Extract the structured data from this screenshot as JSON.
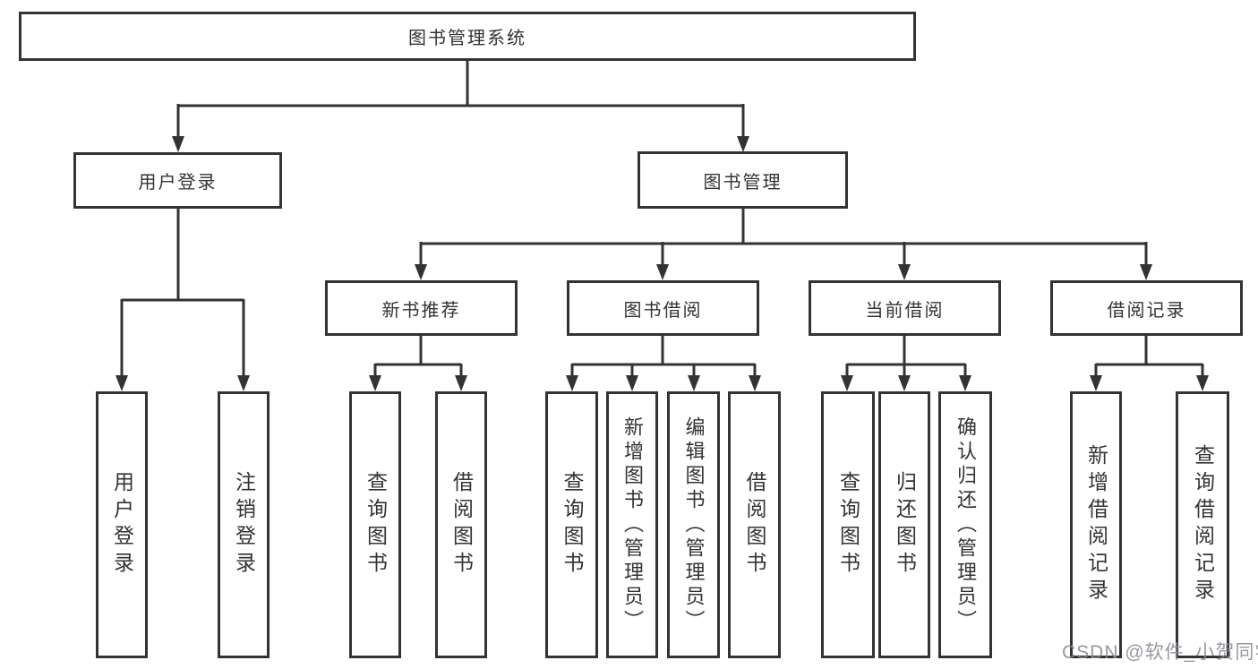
{
  "diagram": {
    "title": "图书管理系统",
    "root": {
      "label": "图书管理系统"
    },
    "branches": [
      {
        "label": "用户登录",
        "children": [
          {
            "label": "用户登录"
          },
          {
            "label": "注销登录"
          }
        ]
      },
      {
        "label": "图书管理",
        "children": [
          {
            "label": "新书推荐",
            "children": [
              {
                "label": "查询图书"
              },
              {
                "label": "借阅图书"
              }
            ]
          },
          {
            "label": "图书借阅",
            "children": [
              {
                "label": "查询图书"
              },
              {
                "label": "新增图书（管理员）"
              },
              {
                "label": "编辑图书（管理员）"
              },
              {
                "label": "借阅图书"
              }
            ]
          },
          {
            "label": "当前借阅",
            "children": [
              {
                "label": "查询图书"
              },
              {
                "label": "归还图书"
              },
              {
                "label": "确认归还（管理员）"
              }
            ]
          },
          {
            "label": "借阅记录",
            "children": [
              {
                "label": "新增借阅记录"
              },
              {
                "label": "查询借阅记录"
              }
            ]
          }
        ]
      }
    ]
  },
  "watermark": {
    "text": "CSDN @软件_小贺同学",
    "color": "#898d94"
  },
  "colors": {
    "line": "#333333",
    "text": "#333333",
    "background": "#ffffff"
  }
}
